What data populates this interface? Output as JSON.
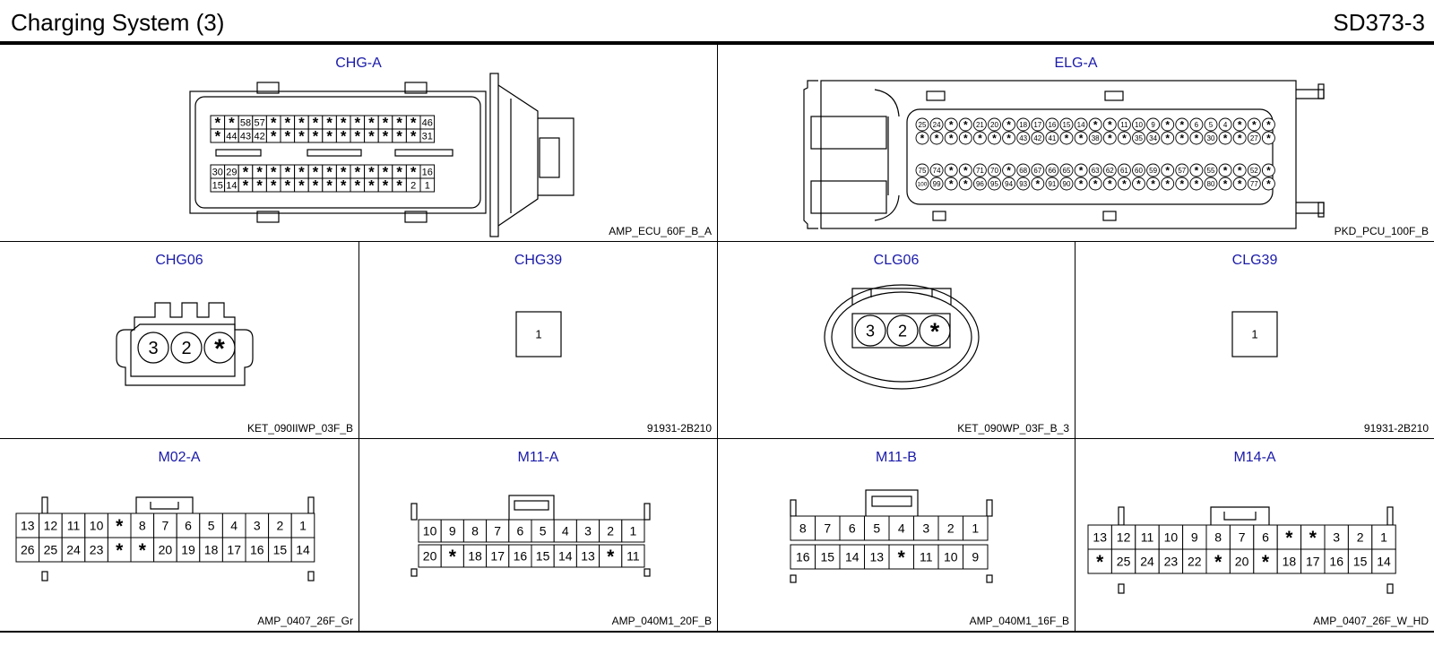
{
  "header": {
    "title": "Charging System (3)",
    "code": "SD373-3"
  },
  "connectors": {
    "chg_a": {
      "name": "CHG-A",
      "part": "AMP_ECU_60F_B_A",
      "rows": [
        [
          "*",
          "*",
          "58",
          "57",
          "*",
          "*",
          "*",
          "*",
          "*",
          "*",
          "*",
          "*",
          "*",
          "*",
          "*",
          "46"
        ],
        [
          "*",
          "44",
          "43",
          "42",
          "*",
          "*",
          "*",
          "*",
          "*",
          "*",
          "*",
          "*",
          "*",
          "*",
          "*",
          "31"
        ],
        [
          "30",
          "29",
          "*",
          "*",
          "*",
          "*",
          "*",
          "*",
          "*",
          "*",
          "*",
          "*",
          "*",
          "*",
          "*",
          "16"
        ],
        [
          "15",
          "14",
          "*",
          "*",
          "*",
          "*",
          "*",
          "*",
          "*",
          "*",
          "*",
          "*",
          "*",
          "*",
          "2",
          "1"
        ]
      ]
    },
    "elg_a": {
      "name": "ELG-A",
      "part": "PKD_PCU_100F_B",
      "rows": [
        [
          "25",
          "24",
          "*",
          "*",
          "21",
          "20",
          "*",
          "18",
          "17",
          "16",
          "15",
          "14",
          "*",
          "*",
          "11",
          "10",
          "9",
          "*",
          "*",
          "6",
          "5",
          "4",
          "*",
          "*",
          "*"
        ],
        [
          "*",
          "*",
          "*",
          "*",
          "*",
          "*",
          "*",
          "43",
          "42",
          "41",
          "*",
          "*",
          "38",
          "*",
          "*",
          "35",
          "34",
          "*",
          "*",
          "*",
          "30",
          "*",
          "*",
          "27",
          "*"
        ],
        [
          "75",
          "74",
          "*",
          "*",
          "71",
          "70",
          "*",
          "68",
          "67",
          "66",
          "65",
          "*",
          "63",
          "62",
          "61",
          "60",
          "59",
          "*",
          "57",
          "*",
          "55",
          "*",
          "*",
          "52",
          "*"
        ],
        [
          "100",
          "99",
          "*",
          "*",
          "96",
          "95",
          "94",
          "93",
          "*",
          "91",
          "90",
          "*",
          "*",
          "*",
          "*",
          "*",
          "*",
          "*",
          "*",
          "*",
          "80",
          "*",
          "*",
          "77",
          "*"
        ]
      ]
    },
    "chg06": {
      "name": "CHG06",
      "part": "KET_090IIWP_03F_B",
      "pins": [
        "3",
        "2",
        "*"
      ]
    },
    "chg39": {
      "name": "CHG39",
      "part": "91931-2B210",
      "pins": [
        "1"
      ]
    },
    "clg06": {
      "name": "CLG06",
      "part": "KET_090WP_03F_B_3",
      "pins": [
        "3",
        "2",
        "*"
      ]
    },
    "clg39": {
      "name": "CLG39",
      "part": "91931-2B210",
      "pins": [
        "1"
      ]
    },
    "m02_a": {
      "name": "M02-A",
      "part": "AMP_0407_26F_Gr",
      "rows": [
        [
          "13",
          "12",
          "11",
          "10",
          "*",
          "8",
          "7",
          "6",
          "5",
          "4",
          "3",
          "2",
          "1"
        ],
        [
          "26",
          "25",
          "24",
          "23",
          "*",
          "*",
          "20",
          "19",
          "18",
          "17",
          "16",
          "15",
          "14"
        ]
      ]
    },
    "m11_a": {
      "name": "M11-A",
      "part": "AMP_040M1_20F_B",
      "rows": [
        [
          "10",
          "9",
          "8",
          "7",
          "6",
          "5",
          "4",
          "3",
          "2",
          "1"
        ],
        [
          "20",
          "*",
          "18",
          "17",
          "16",
          "15",
          "14",
          "13",
          "*",
          "11"
        ]
      ]
    },
    "m11_b": {
      "name": "M11-B",
      "part": "AMP_040M1_16F_B",
      "rows": [
        [
          "8",
          "7",
          "6",
          "5",
          "4",
          "3",
          "2",
          "1"
        ],
        [
          "16",
          "15",
          "14",
          "13",
          "*",
          "11",
          "10",
          "9"
        ]
      ]
    },
    "m14_a": {
      "name": "M14-A",
      "part": "AMP_0407_26F_W_HD",
      "rows": [
        [
          "13",
          "12",
          "11",
          "10",
          "9",
          "8",
          "7",
          "6",
          "*",
          "*",
          "3",
          "2",
          "1"
        ],
        [
          "*",
          "25",
          "24",
          "23",
          "22",
          "*",
          "20",
          "*",
          "18",
          "17",
          "16",
          "15",
          "14"
        ]
      ]
    }
  }
}
